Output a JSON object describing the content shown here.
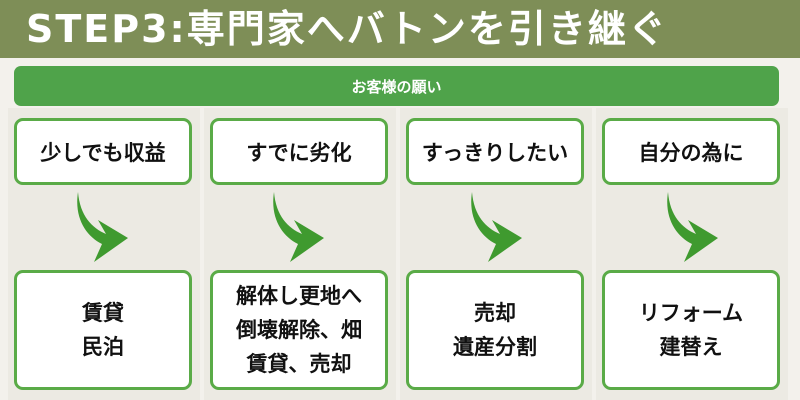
{
  "title": "STEP3:専門家へバトンを引き継ぐ",
  "banner": "お客様の願い",
  "colors": {
    "title_bg": "#7e8e57",
    "banner_bg": "#4fa34a",
    "card_border": "#5aab47",
    "arrow_fill": "#3f9a2f",
    "background": "#f3f1ec"
  },
  "columns": [
    {
      "wish": "少しでも収益",
      "options": [
        "賃貸",
        "民泊"
      ]
    },
    {
      "wish": "すでに劣化",
      "options": [
        "解体し更地へ",
        "倒壊解除、畑",
        "賃貸、売却"
      ]
    },
    {
      "wish": "すっきりしたい",
      "options": [
        "売却",
        "遺産分割"
      ]
    },
    {
      "wish": "自分の為に",
      "options": [
        "リフォーム",
        "建替え"
      ]
    }
  ]
}
